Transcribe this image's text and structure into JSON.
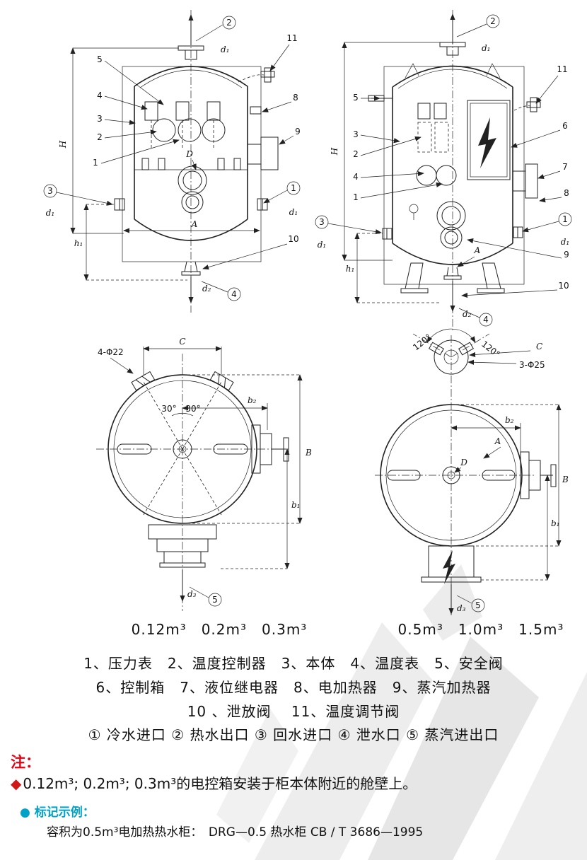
{
  "page": {
    "colors": {
      "ink": "#1a1a1a",
      "note_red": "#e60012",
      "mark_teal": "#00a2c8",
      "watermark": "#ebebeb"
    }
  },
  "sym": {
    "n1": "1",
    "n2": "2",
    "n3": "3",
    "n4": "4",
    "n5": "5",
    "n6": "6",
    "n7": "7",
    "n8": "8",
    "n9": "9",
    "n10": "10",
    "n11": "11",
    "H": "H",
    "A": "A",
    "B": "B",
    "C": "C",
    "D": "D",
    "d1": "d₁",
    "d2": "d₂",
    "d3": "d₃",
    "h1": "h₁",
    "b1": "b₁",
    "b2": "b₂",
    "holes4": "4-Φ22",
    "holes3": "3-Φ25",
    "deg30": "30°",
    "deg120": "120°"
  },
  "captions": {
    "left": "0.12m³　0.2m³　0.3m³",
    "right": "0.5m³　1.0m³　1.5m³"
  },
  "legend": {
    "line1": "1、压力表　2、温度控制器　3、本体　4、温度表　5、安全阀",
    "line2": "6、控制箱　7、液位继电器　8、电加热器　9、蒸汽加热器",
    "line3": "10 、泄放阀　 11、温度调节阀",
    "line4": "① 冷水进口 ② 热水出口 ③ 回水进口 ④ 泄水口 ⑤ 蒸汽进出口"
  },
  "notes": {
    "label": "注：",
    "bullet": "◆",
    "text": "0.12m³; 0.2m³; 0.3m³的电控箱安装于柜本体附近的舱壁上。",
    "mark_label": "● 标记示例：",
    "mark_text": "容积为0.5m³电加热热水柜：　DRG—0.5 热水柜 CB / T 3686—1995"
  }
}
